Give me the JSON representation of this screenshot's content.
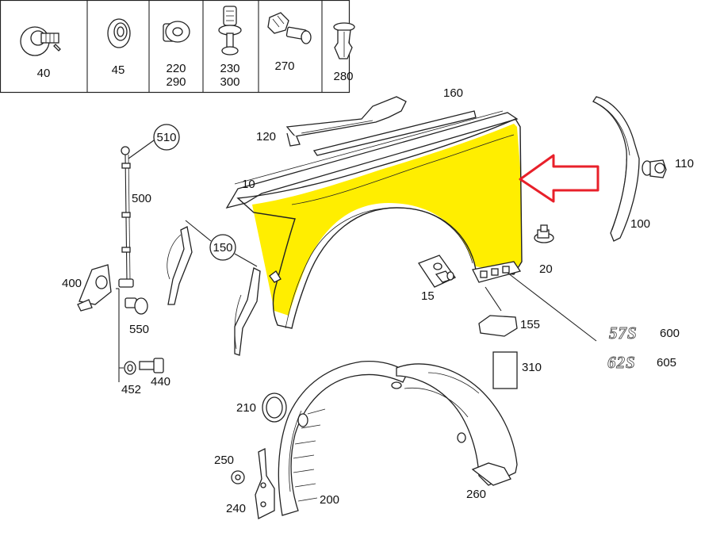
{
  "header_parts": [
    "40",
    "45",
    "220",
    "290",
    "230",
    "300",
    "270",
    "280"
  ],
  "labels": {
    "p10": "10",
    "p15": "15",
    "p20": "20",
    "p100": "100",
    "p110": "110",
    "p120": "120",
    "p150": "150",
    "p155": "155",
    "p160": "160",
    "p200": "200",
    "p210": "210",
    "p240": "240",
    "p250": "250",
    "p260": "260",
    "p310": "310",
    "p400": "400",
    "p440": "440",
    "p452": "452",
    "p500": "500",
    "p510": "510",
    "p550": "550",
    "p600": "600",
    "p605": "605"
  },
  "badges": {
    "b57s": "57S",
    "b62s": "62S"
  },
  "colors": {
    "highlight": "#ffee00",
    "arrow": "#e8202a",
    "line": "#222222"
  }
}
